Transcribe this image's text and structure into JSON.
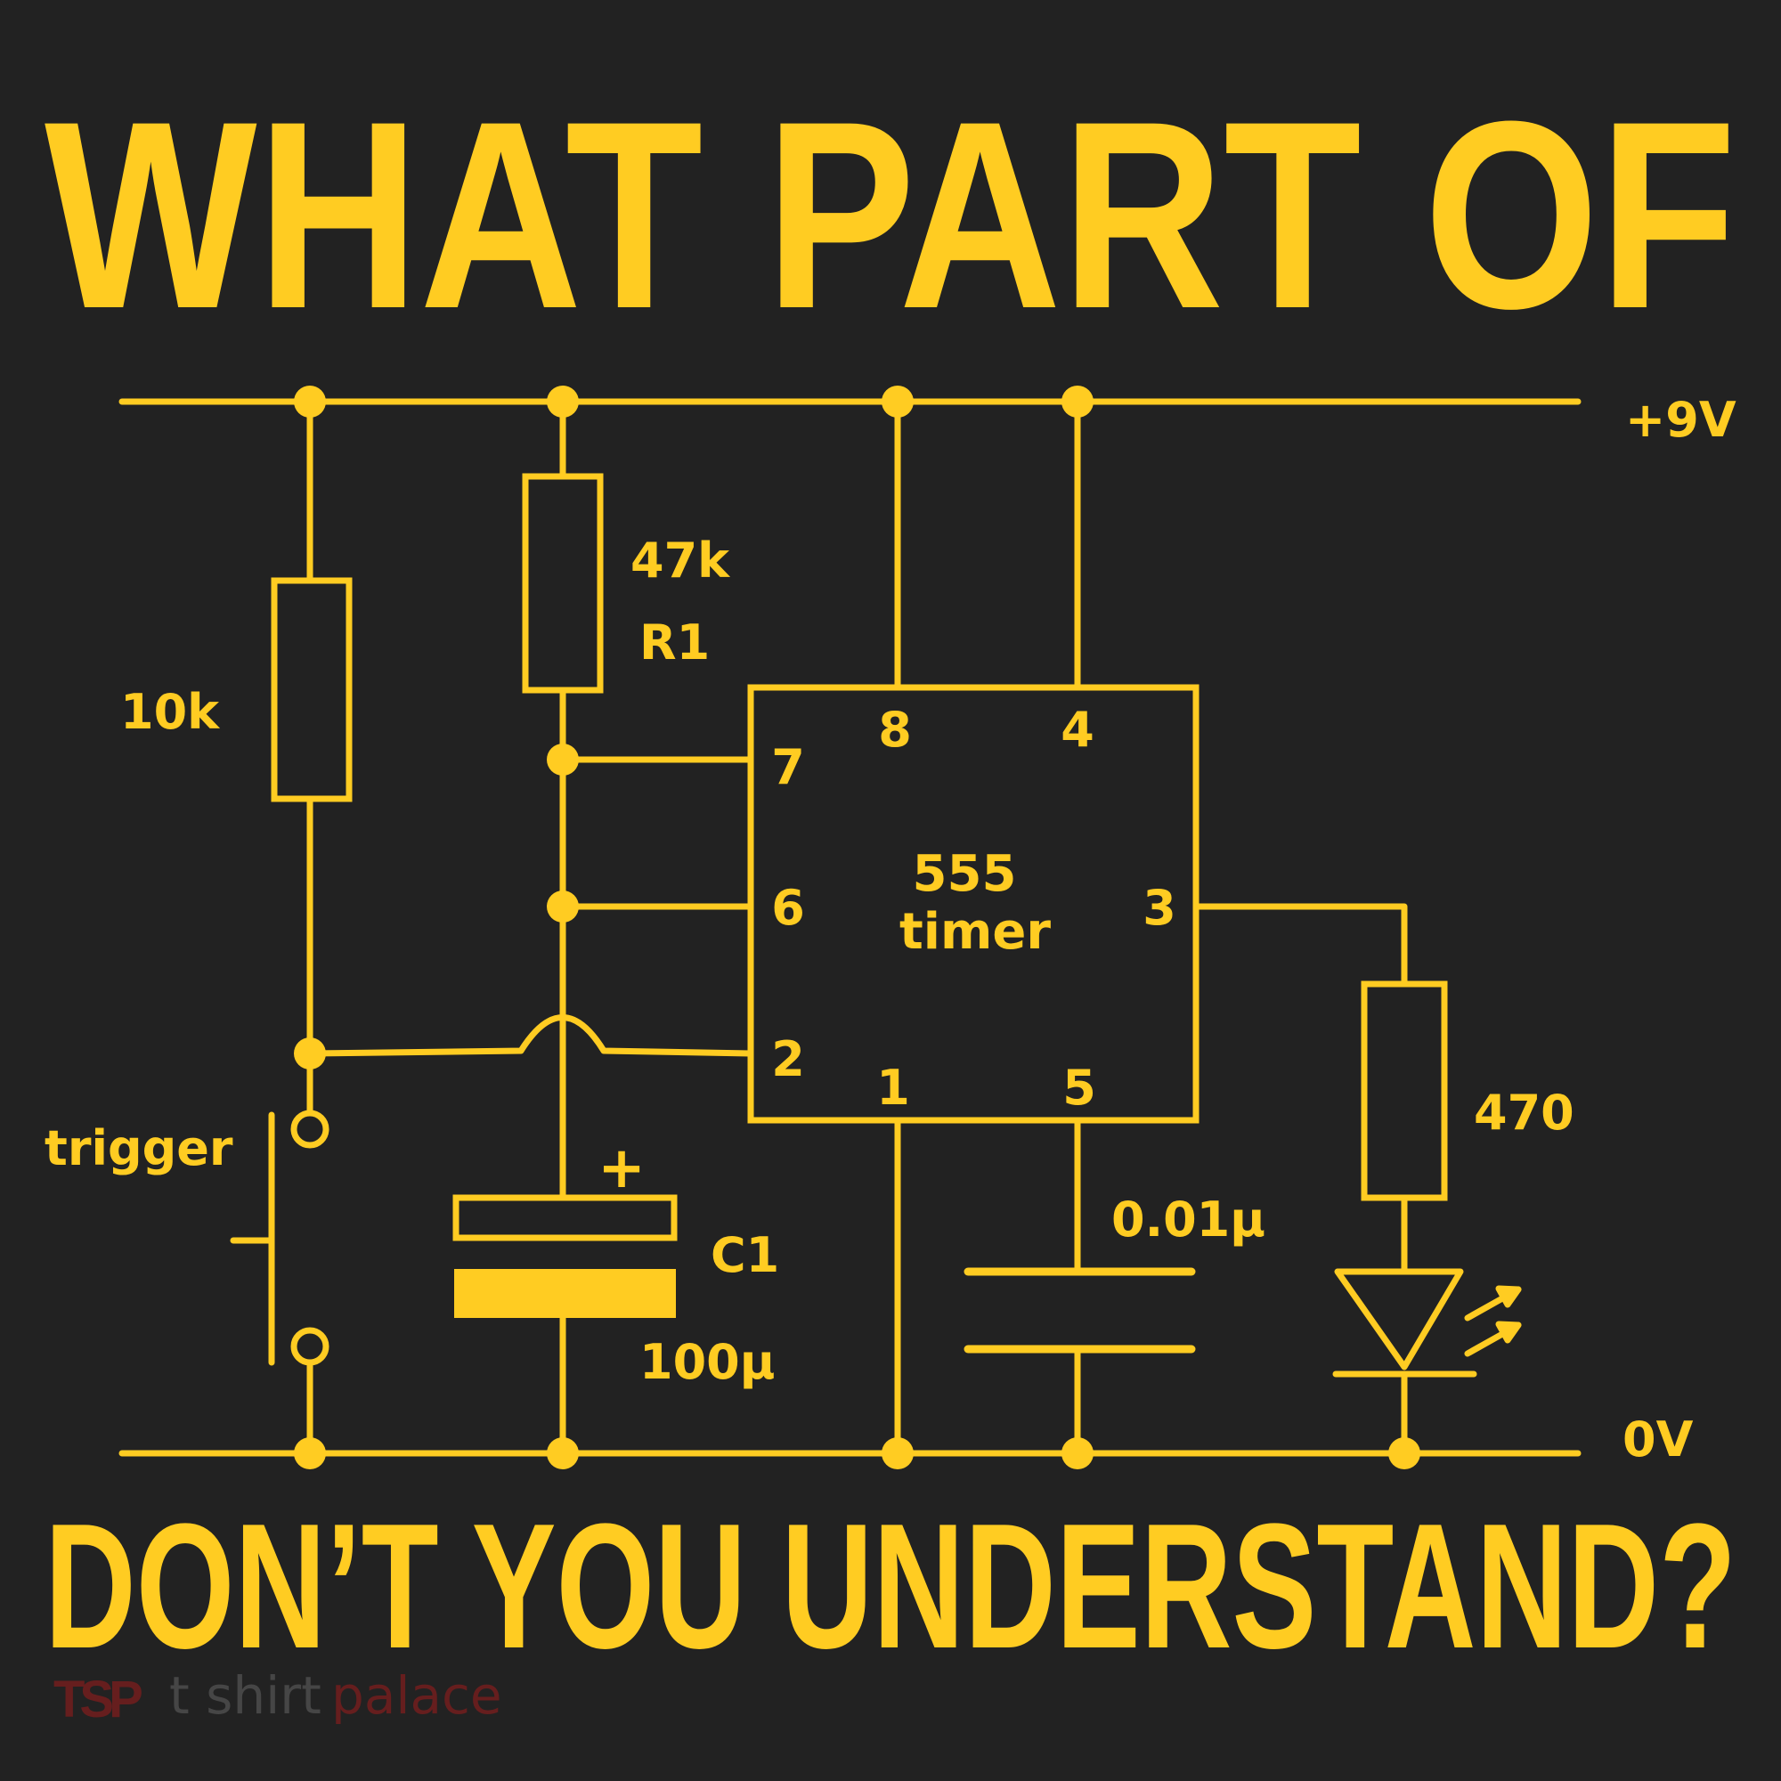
{
  "colors": {
    "background": "#222222",
    "accent": "#FFCC22",
    "watermark_red": "#6E1E1E",
    "watermark_gray": "#4A4A4A"
  },
  "headline": {
    "top": "WHAT PART OF",
    "bottom": "DON’T YOU UNDERSTAND?"
  },
  "rails": {
    "positive": "+9V",
    "ground": "0V"
  },
  "components": {
    "r_10k": "10k",
    "r1_value": "47k",
    "r1_name": "R1",
    "c1_name": "C1",
    "c1_value": "100µ",
    "c1_polarity": "+",
    "c2_value": "0.01µ",
    "r_led": "470",
    "switch_label": "trigger"
  },
  "ic": {
    "name_line1": "555",
    "name_line2": "timer",
    "pins": {
      "p1": "1",
      "p2": "2",
      "p3": "3",
      "p4": "4",
      "p5": "5",
      "p6": "6",
      "p7": "7",
      "p8": "8"
    }
  },
  "watermark": {
    "logo": "TSP",
    "text_part1": "t shirt",
    "text_part2": "palace"
  }
}
